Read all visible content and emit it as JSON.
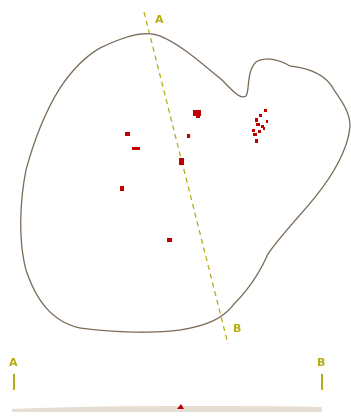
{
  "section_line": {
    "start_label": "A",
    "end_label": "B",
    "line_color": "#b5ad14",
    "line_style": "dashed"
  },
  "outline": {
    "stroke_color": "#7a6a58"
  },
  "features": {
    "color": "#c00000",
    "count": 19
  },
  "profile": {
    "start_label": "A",
    "end_label": "B",
    "fill_color": "#e6ddd3",
    "marker_color": "#c00000"
  }
}
